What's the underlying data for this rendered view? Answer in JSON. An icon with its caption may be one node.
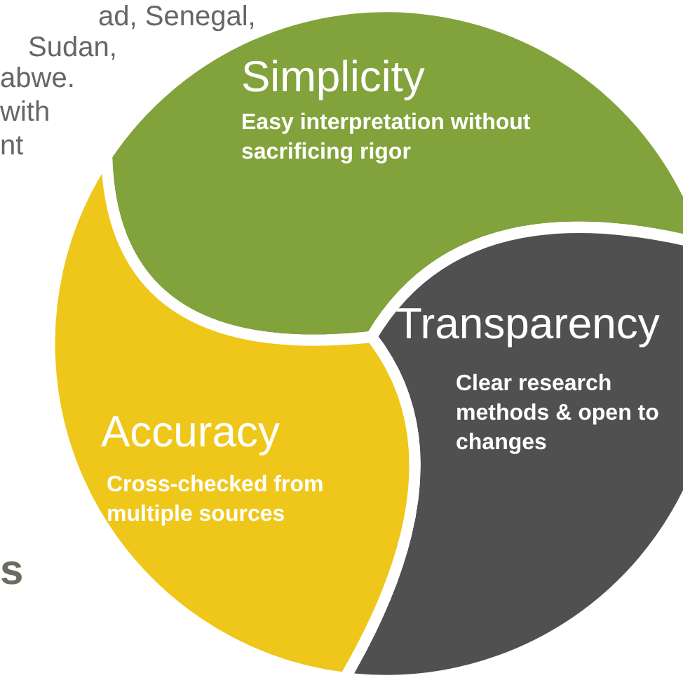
{
  "diagram": {
    "nodes": [
      {
        "text": [
          "Simplicity",
          "Easy interpretation without sacrificing rigor"
        ]
      },
      {
        "text": [
          "Transparency",
          "Clear research methods & open to changes"
        ]
      },
      {
        "text": [
          "Accuracy",
          "Cross-checked from multiple sources"
        ]
      }
    ],
    "labels": [
      "ad, Senegal,",
      "Sudan,",
      "abwe.",
      "with",
      "nt",
      "s"
    ]
  }
}
